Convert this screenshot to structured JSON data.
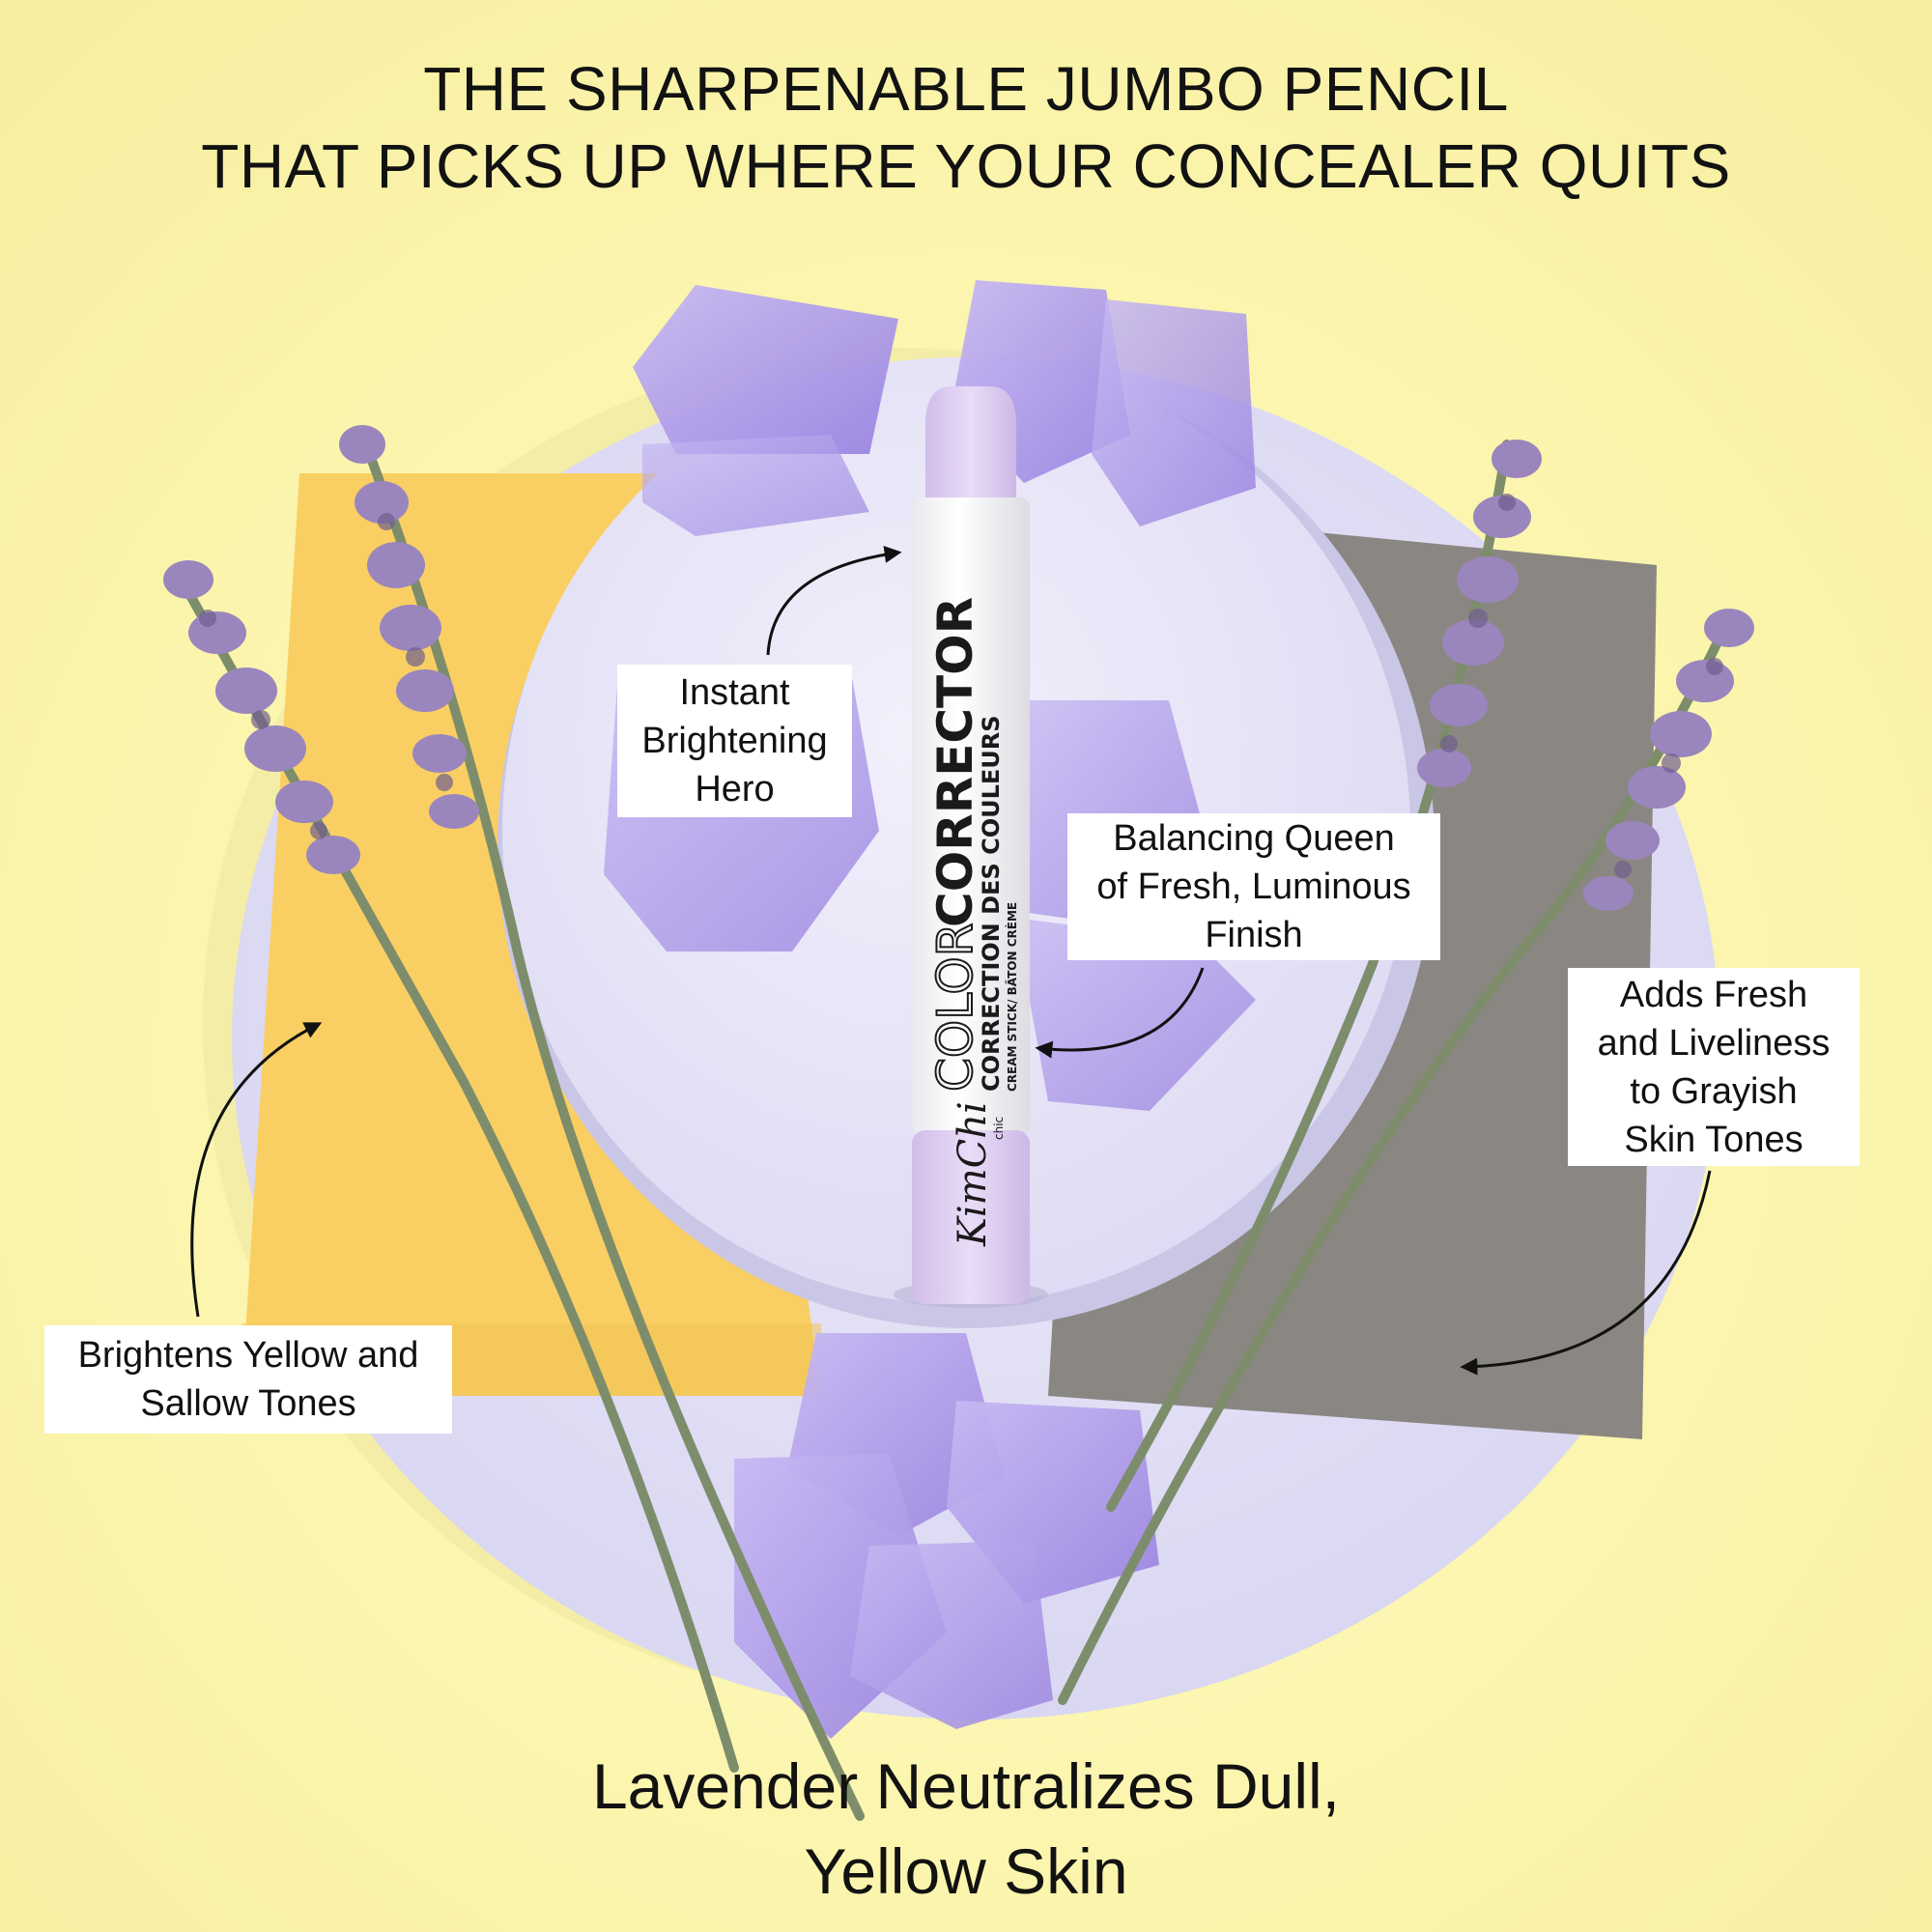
{
  "headline": {
    "line1": "THE SHARPENABLE JUMBO PENCIL",
    "line2": "THAT PICKS UP WHERE YOUR CONCEALER QUITS"
  },
  "callouts": {
    "instant": [
      "Instant",
      "Brightening",
      "Hero"
    ],
    "balancing": [
      "Balancing Queen",
      "of Fresh, Luminous",
      "Finish"
    ],
    "adds": [
      "Adds Fresh",
      "and Liveliness",
      "to Grayish",
      "Skin Tones"
    ],
    "brightens": [
      "Brightens Yellow and",
      "Sallow Tones"
    ]
  },
  "tagline": {
    "line1": "Lavender Neutralizes Dull,",
    "line2": "Yellow Skin"
  },
  "pencil": {
    "brand_logo": "KimChi",
    "brand_sub": "chic",
    "title_color": "COLOR",
    "title_corrector": "CORRECTOR",
    "subtitle": "CORRECTION DES COULEURS",
    "small_text": "CREAM STICK/ BÂTON CRÈME"
  },
  "colors": {
    "background": "#fbf6b0",
    "disc": "#e3e1f6",
    "lavender_glass": "#a794e6",
    "yellow_card": "#f9cf63",
    "gray_card": "#8a8783",
    "pencil_tip": "#dcc8f0"
  }
}
